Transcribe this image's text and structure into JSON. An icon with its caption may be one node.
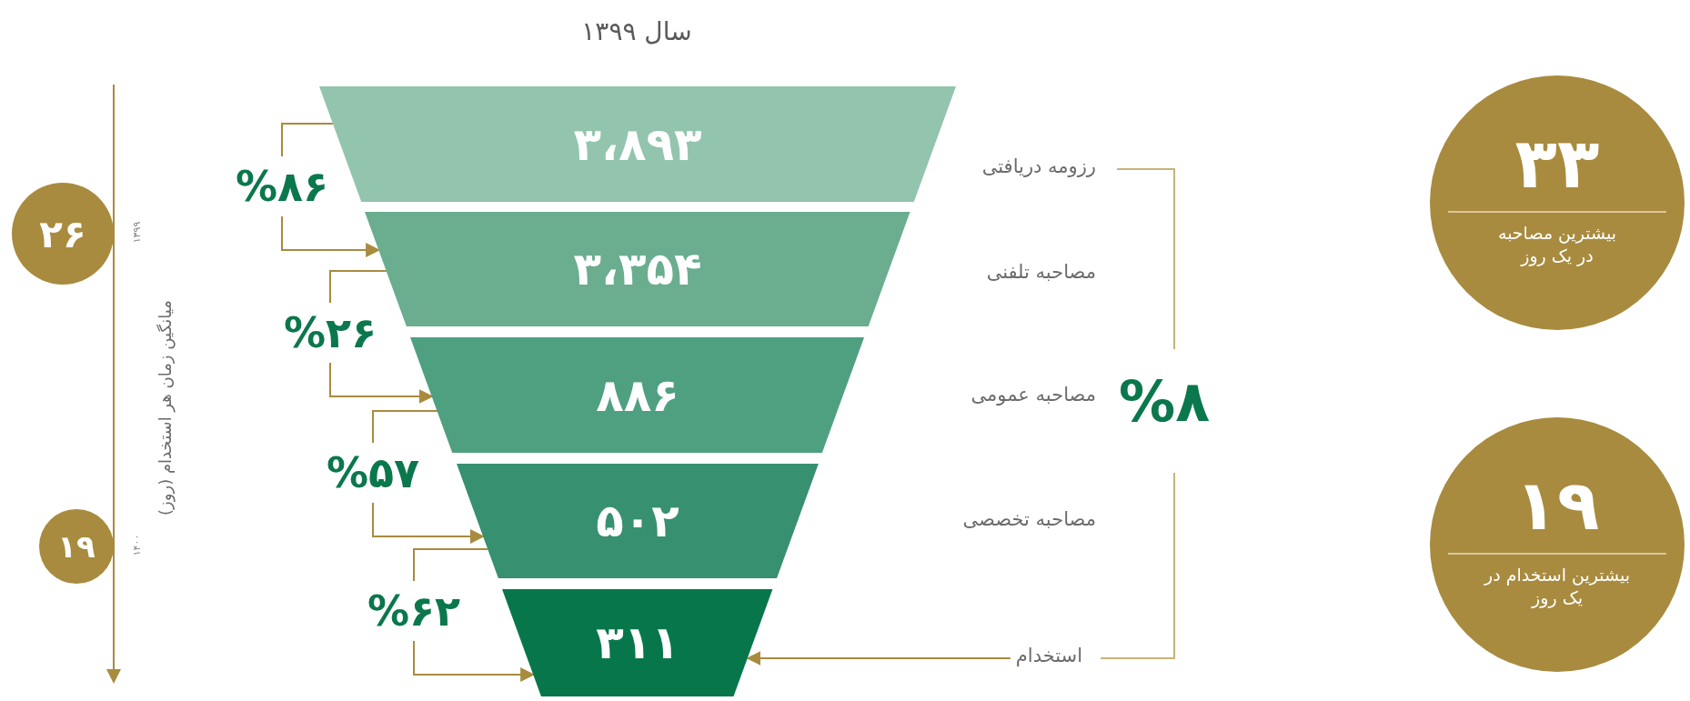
{
  "diagram": {
    "title": "سال ۱۳۹۹",
    "nodes": [
      {
        "text": [
          "۳،۸۹۳"
        ]
      },
      {
        "text": [
          "۳،۳۵۴"
        ]
      },
      {
        "text": [
          "۸۸۶"
        ]
      },
      {
        "text": [
          "۵۰۲"
        ]
      },
      {
        "text": [
          "۳۱۱"
        ]
      },
      {
        "text": [
          "استخدام"
        ]
      },
      {
        "text": [
          "۲۶"
        ],
        "beside": [
          "۱۳۹۹"
        ]
      },
      {
        "text": [
          "۱۹"
        ],
        "beside": [
          "۱۴۰۰"
        ]
      },
      {
        "text": [
          "۳۳",
          "بیشترین مصاحبه در یک روز"
        ]
      },
      {
        "text": [
          "۱۹",
          "بیشترین استخدام در یک روز"
        ]
      }
    ],
    "edges": [
      {
        "from": 0,
        "to": 1,
        "arrow": "to",
        "label": "%۸۶"
      },
      {
        "from": 1,
        "to": 2,
        "arrow": "to",
        "label": "%۲۶"
      },
      {
        "from": 2,
        "to": 3,
        "arrow": "to",
        "label": "%۵۷"
      },
      {
        "from": 3,
        "to": 4,
        "arrow": "to",
        "label": "%۶۲"
      },
      {
        "from": 5,
        "to": 4,
        "arrow": "to"
      }
    ],
    "labels": [
      "میانگین زمان هر استخدام (روز)",
      "رزومه دریافتی",
      "مصاحبه تلفنی",
      "مصاحبه عمومی",
      "%۸",
      "مصاحبه تخصصی"
    ]
  }
}
